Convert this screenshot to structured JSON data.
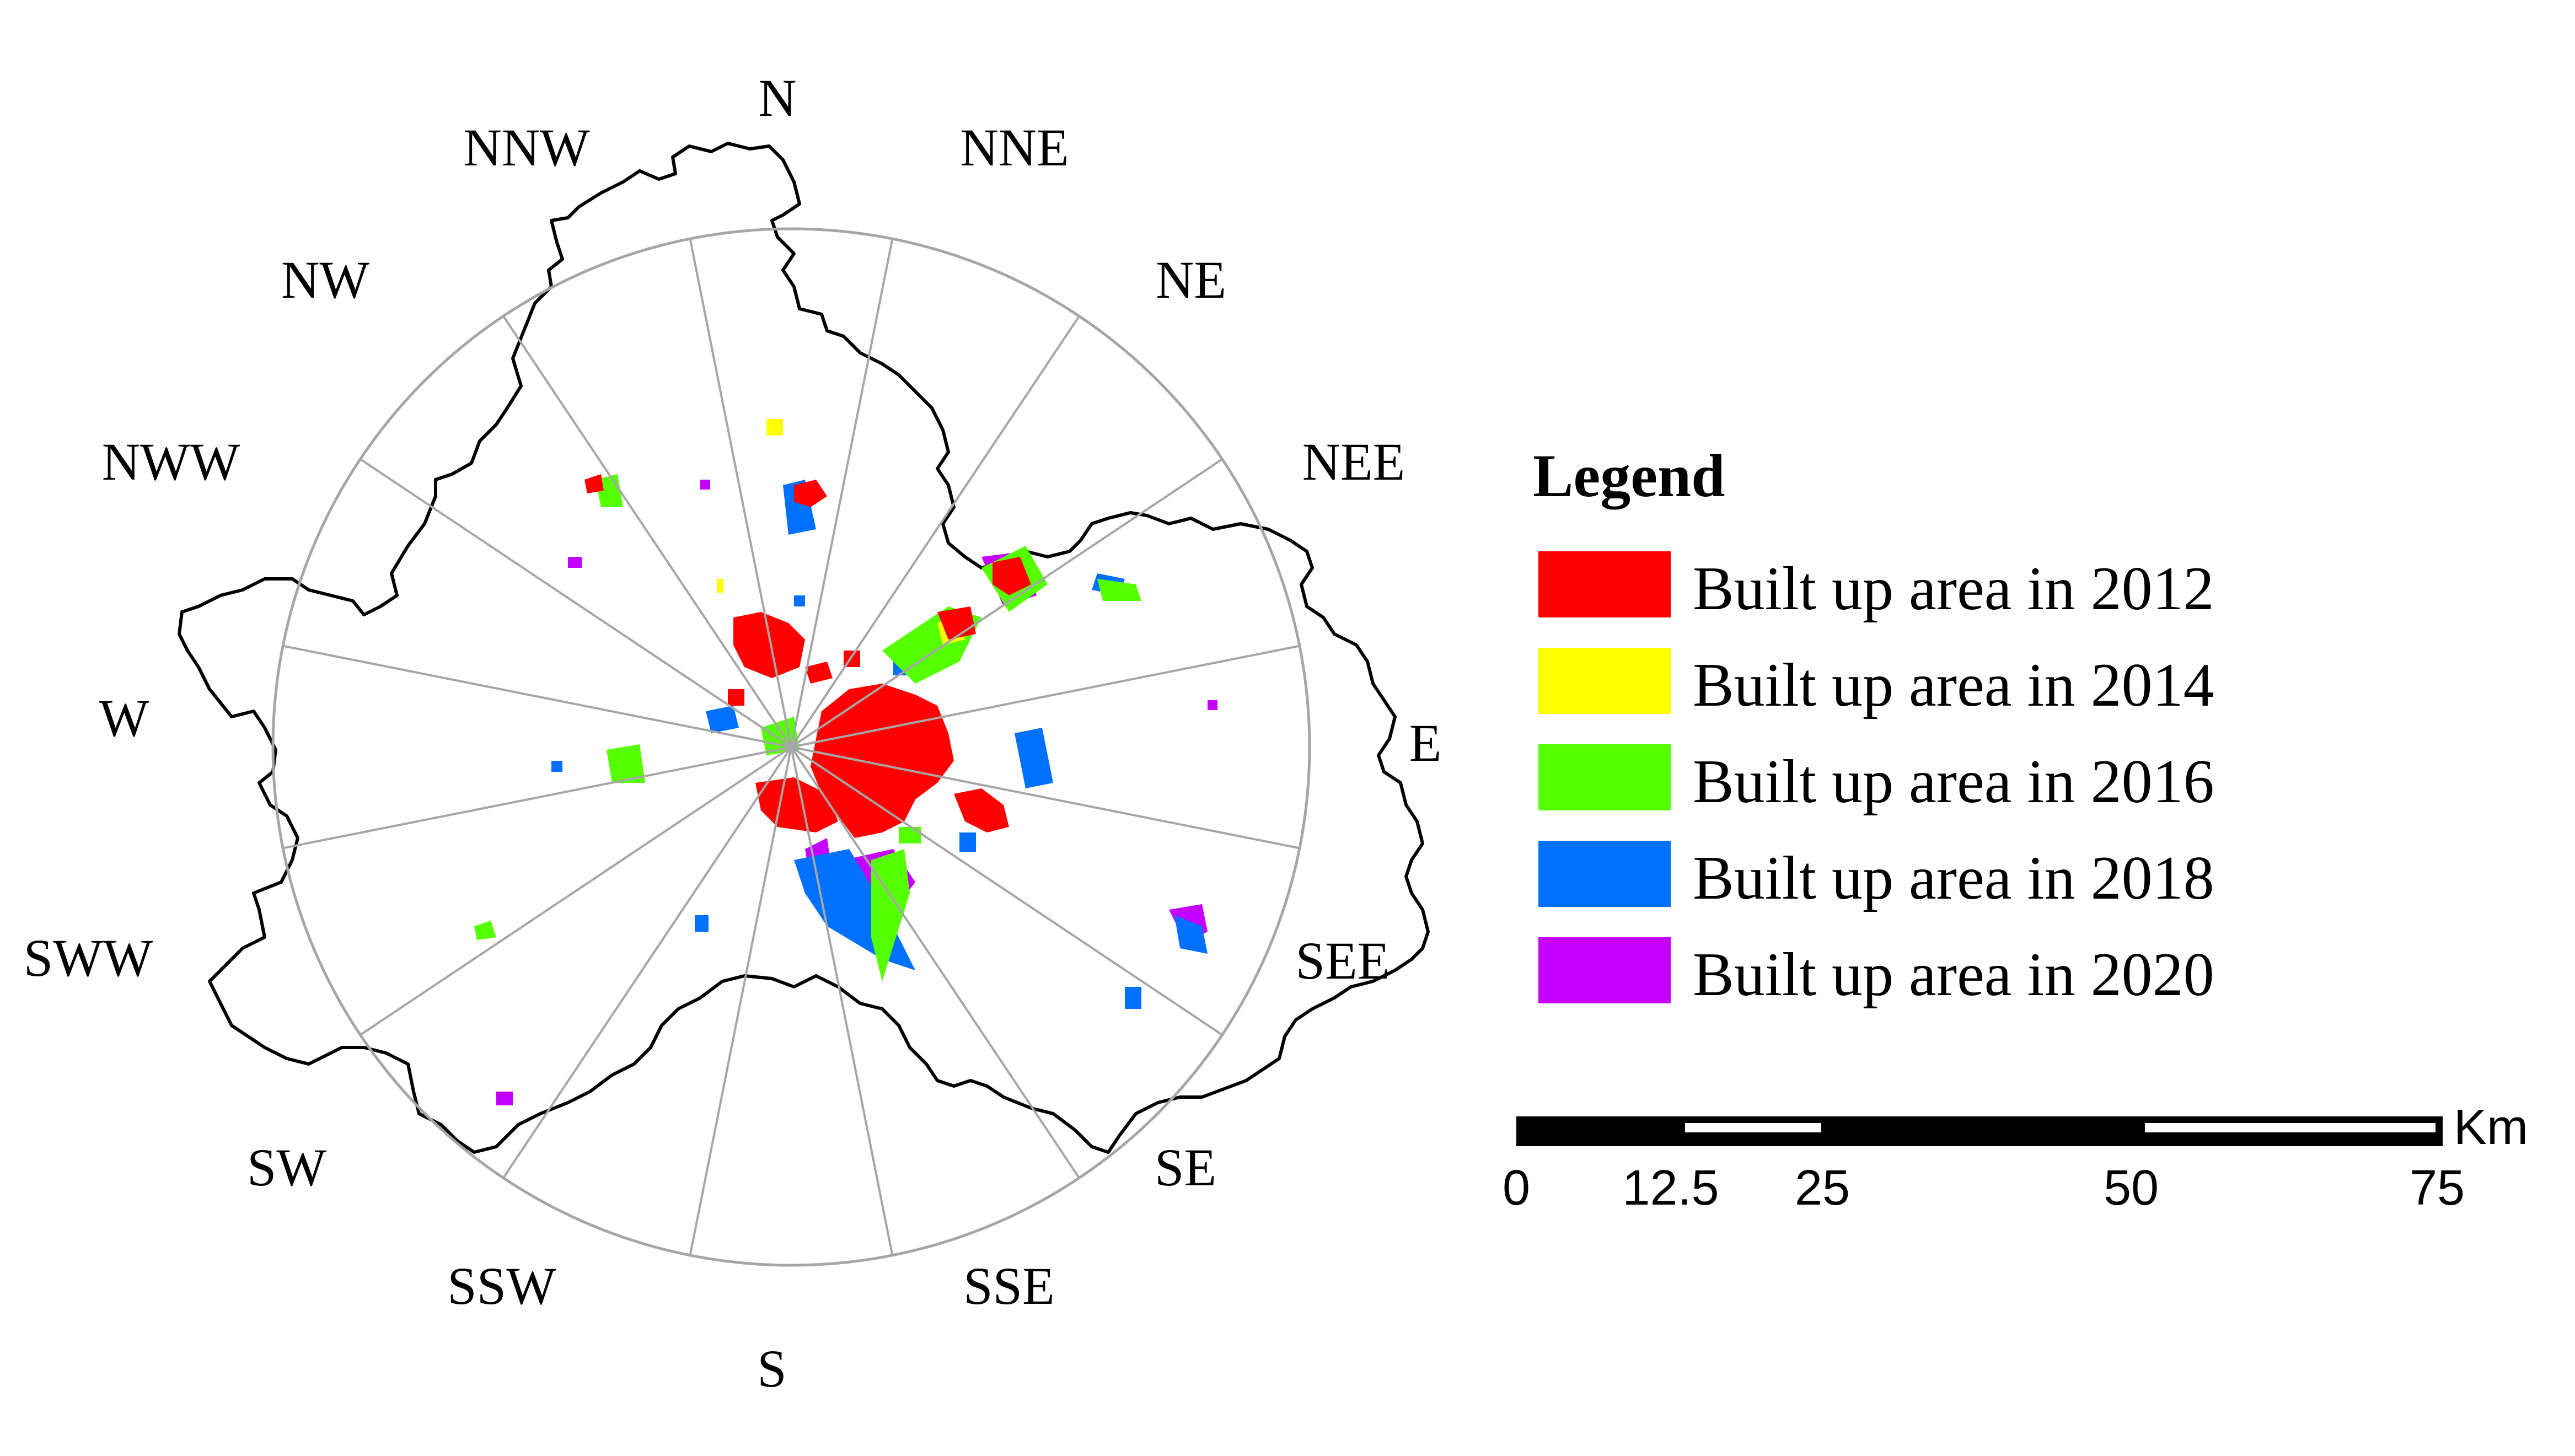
{
  "directions": [
    {
      "id": "n",
      "label": "N"
    },
    {
      "id": "nne",
      "label": "NNE"
    },
    {
      "id": "ne",
      "label": "NE"
    },
    {
      "id": "nee",
      "label": "NEE"
    },
    {
      "id": "e",
      "label": "E"
    },
    {
      "id": "see",
      "label": "SEE"
    },
    {
      "id": "se",
      "label": "SE"
    },
    {
      "id": "sse",
      "label": "SSE"
    },
    {
      "id": "s",
      "label": "S"
    },
    {
      "id": "ssw",
      "label": "SSW"
    },
    {
      "id": "sw",
      "label": "SW"
    },
    {
      "id": "sww",
      "label": "SWW"
    },
    {
      "id": "w",
      "label": "W"
    },
    {
      "id": "nww",
      "label": "NWW"
    },
    {
      "id": "nw",
      "label": "NW"
    },
    {
      "id": "nnw",
      "label": "NNW"
    }
  ],
  "legend": {
    "title": "Legend",
    "items": [
      {
        "label": "Built up area in 2012",
        "color": "#ff0000"
      },
      {
        "label": "Built up area in 2014",
        "color": "#ffff00"
      },
      {
        "label": "Built up area in 2016",
        "color": "#55ff00"
      },
      {
        "label": "Built up area in 2018",
        "color": "#0070ff"
      },
      {
        "label": "Built up area in 2020",
        "color": "#c500ff"
      }
    ]
  },
  "scale_bar": {
    "unit": "Km",
    "ticks": [
      "0",
      "12.5",
      "25",
      "50",
      "75"
    ]
  },
  "colors": {
    "ring_line": "#a6a6a6",
    "boundary": "#000000"
  }
}
